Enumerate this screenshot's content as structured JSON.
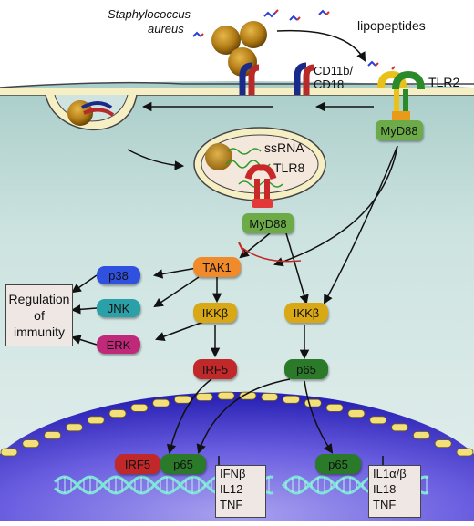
{
  "labels": {
    "bacterium": [
      "Staphylococcus",
      "aureus"
    ],
    "lipopeptides": "lipopeptides",
    "cd11b": "CD11b/",
    "cd18": "CD18",
    "tlr2": "TLR2",
    "ssrna": "ssRNA",
    "tlr8": "TLR8",
    "regulation": [
      "Regulation",
      "of",
      "immunity"
    ]
  },
  "nodes": {
    "myd88_membrane": "MyD88",
    "myd88_endosome": "MyD88",
    "tak1": "TAK1",
    "p38": "p38",
    "jnk": "JNK",
    "erk": "ERK",
    "ikkb_left": "IKKβ",
    "ikkb_right": "IKKβ",
    "irf5": "IRF5",
    "p65": "p65",
    "irf5_nuc": "IRF5",
    "p65_nuc_left": "p65",
    "p65_nuc_right": "p65"
  },
  "genes": {
    "left": [
      "IFNβ",
      "IL12",
      "TNF"
    ],
    "right": [
      "IL1α/β",
      "IL18",
      "TNF"
    ]
  },
  "colors": {
    "cytoplasm": "#cfe3e0",
    "membrane": "#f6efc4",
    "nucleus": "#3f3fc4",
    "myd88": "#6cab48",
    "tak1": "#f08a2a",
    "p38": "#2a3fd8",
    "jnk": "#2aa0a8",
    "erk": "#c0287a",
    "ikkb": "#d8a817",
    "irf5": "#c0282a",
    "p65": "#2a7a2a",
    "bacterium": "#c08a1a"
  }
}
